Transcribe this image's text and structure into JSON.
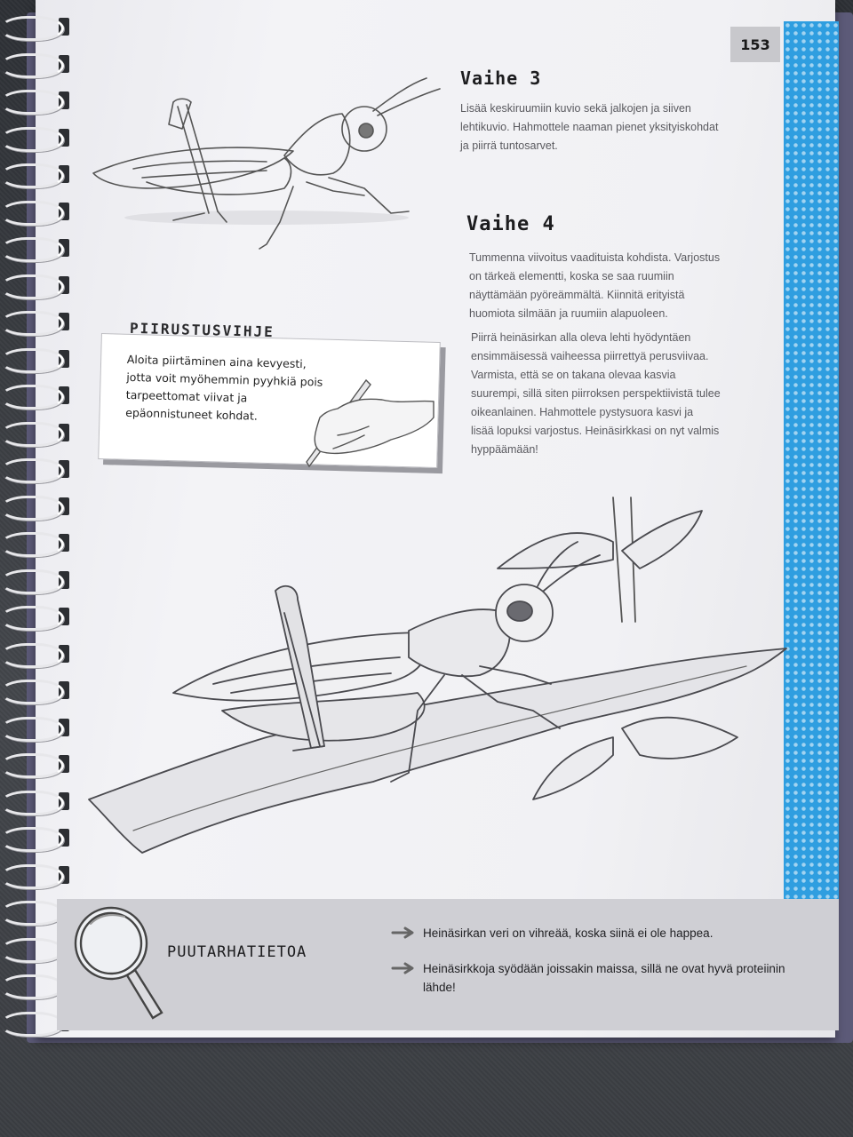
{
  "page": {
    "number": "153"
  },
  "steps": [
    {
      "title": "Vaihe 3",
      "text_lines": [
        "Lisää keskiruumiin kuvio sekä jalkojen ja siiven",
        "lehtikuvio. Hahmottele naaman pienet yksityiskohdat",
        "ja piirrä tuntosarvet."
      ]
    },
    {
      "title": "Vaihe 4",
      "paragraph1_lines": [
        "Tummenna viivoitus vaadituista kohdista. Varjostus",
        "on tärkeä elementti, koska se saa ruumiin",
        "näyttämään pyöreämmältä. Kiinnitä erityistä",
        "huomiota silmään ja ruumiin alapuoleen."
      ],
      "paragraph2_lines": [
        "Piirrä heinäsirkan alla oleva lehti hyödyntäen",
        "ensimmäisessä vaiheessa piirrettyä perusviivaa.",
        "Varmista, että se on takana olevaa kasvia",
        "suurempi, sillä siten piirroksen perspektiivistä tulee",
        "oikeanlainen. Hahmottele pystysuora kasvi ja",
        "lisää lopuksi varjostus. Heinäsirkkasi on nyt valmis",
        "hyppäämään!"
      ]
    }
  ],
  "tip": {
    "title": "PIIRUSTUSVIHJE",
    "lines": [
      "Aloita piirtäminen aina kevyesti,",
      "jotta voit myöhemmin pyyhkiä pois",
      "tarpeettomat viivat ja",
      "epäonnistuneet kohdat."
    ]
  },
  "facts": {
    "title": "PUUTARHATIETOA",
    "items": [
      {
        "lines": [
          "Heinäsirkan veri on vihreää, koska siinä ei ole happea."
        ]
      },
      {
        "lines": [
          "Heinäsirkkoja syödään joissakin maissa, sillä ne ovat hyvä proteiinin",
          "lähde!"
        ]
      }
    ]
  },
  "colors": {
    "edge_blue": "#2f9ee0",
    "fact_bar": "#cfcfd4"
  },
  "icons": [
    "grasshopper-sketch",
    "hand-with-pencil-icon",
    "magnifying-glass-icon",
    "arrow-icon",
    "spiral-binding"
  ]
}
